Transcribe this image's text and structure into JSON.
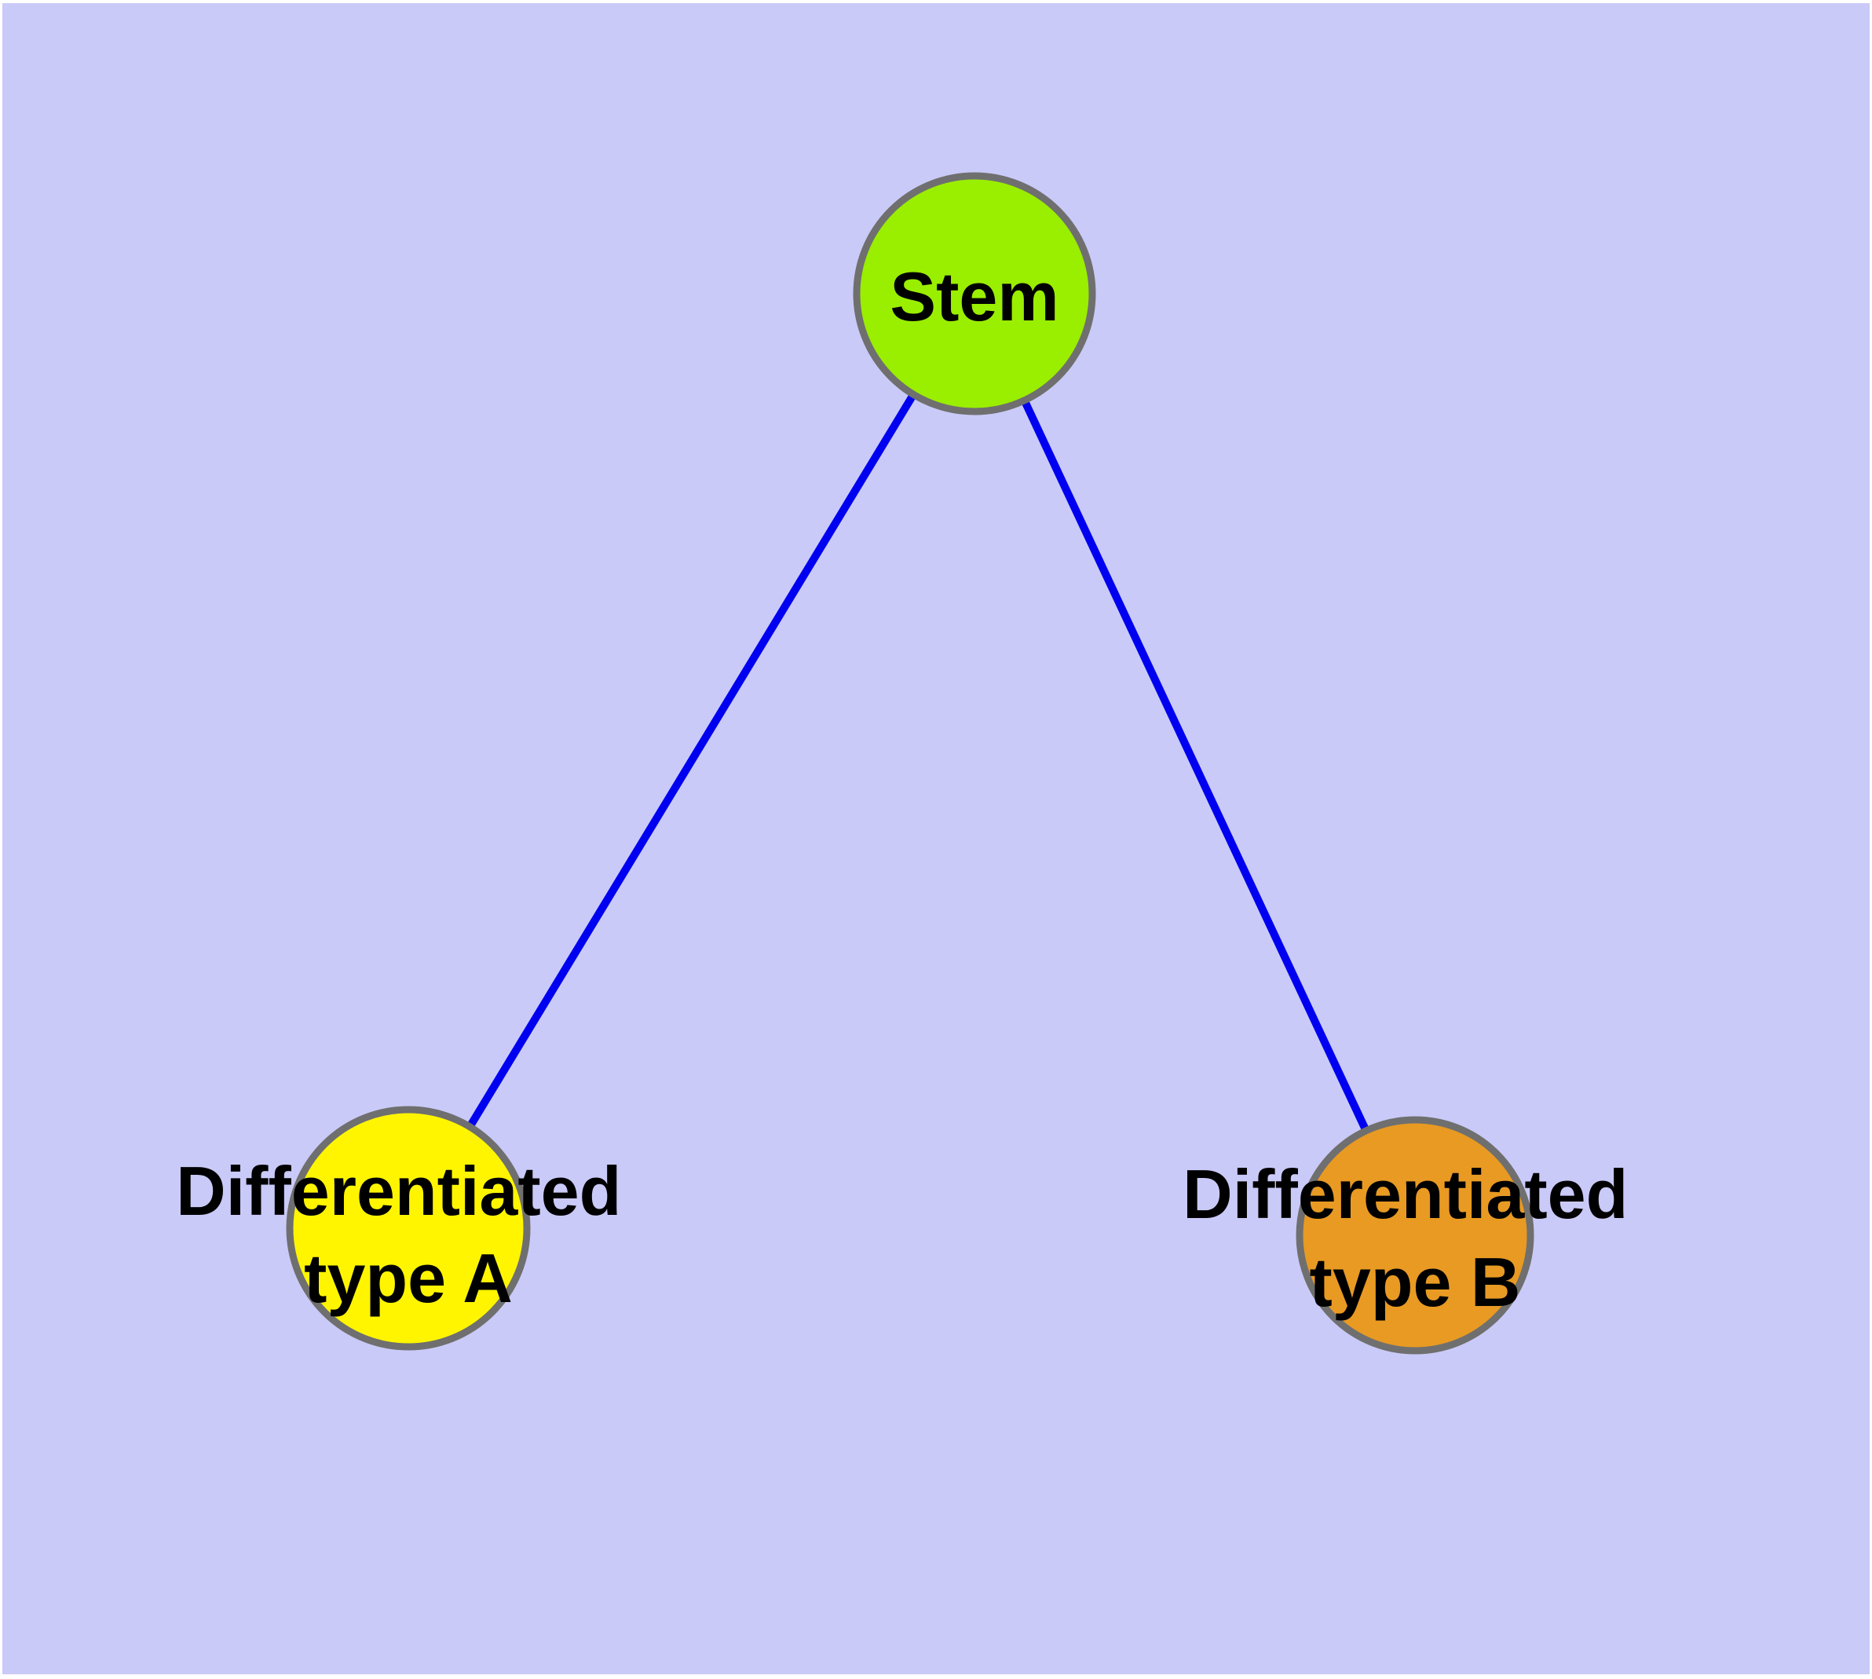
{
  "diagram": {
    "title": "Stem cell differentiation graph",
    "canvas": {
      "background_color": "#CACAF8",
      "margin_color": "#FFFFFF"
    },
    "style": {
      "edge_color": "#0000F0",
      "node_border_color": "#6F6F6F",
      "label_color": "#000000"
    },
    "nodes": {
      "stem": {
        "label": "Stem",
        "lines": [
          "Stem"
        ],
        "fill": "#9AEE00"
      },
      "type_a": {
        "label": "Differentiated type A",
        "lines": [
          "Differentiated",
          "type A"
        ],
        "fill": "#FFF500"
      },
      "type_b": {
        "label": "Differentiated type B",
        "lines": [
          "Differentiated",
          "type B"
        ],
        "fill": "#E89A23"
      }
    },
    "edges": [
      {
        "from": "Stem",
        "to": "Differentiated type A"
      },
      {
        "from": "Stem",
        "to": "Differentiated type B"
      }
    ]
  }
}
